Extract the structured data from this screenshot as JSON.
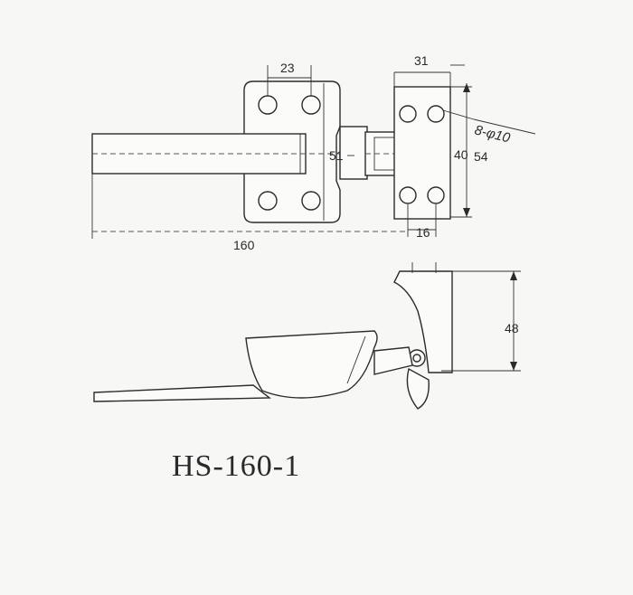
{
  "title": "HS-160-1",
  "top_view": {
    "hole_spacing_left": "23",
    "hole_spacing_right": "31",
    "hole_note": "8-φ10",
    "plate_height": "51",
    "bracket_inner": "40",
    "bracket_outer": "54",
    "bracket_offset": "16",
    "overall_length": "160"
  },
  "side_view": {
    "height": "48"
  },
  "colors": {
    "line": "#2b2b2b",
    "background": "#f7f7f5"
  }
}
